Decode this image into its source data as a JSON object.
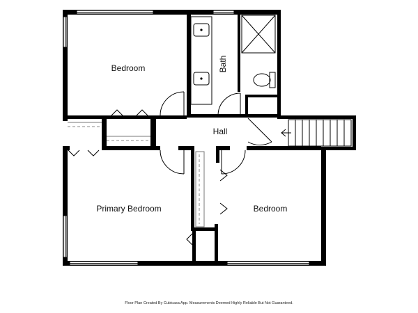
{
  "rooms": {
    "bedroom_top": "Bedroom",
    "bath": "Bath",
    "hall": "Hall",
    "primary_bedroom": "Primary Bedroom",
    "bedroom_right": "Bedroom"
  },
  "footer": "Floor Plan Created By Cubicasa App. Measurements Deemed Highly Reliable But Not Guaranteed."
}
